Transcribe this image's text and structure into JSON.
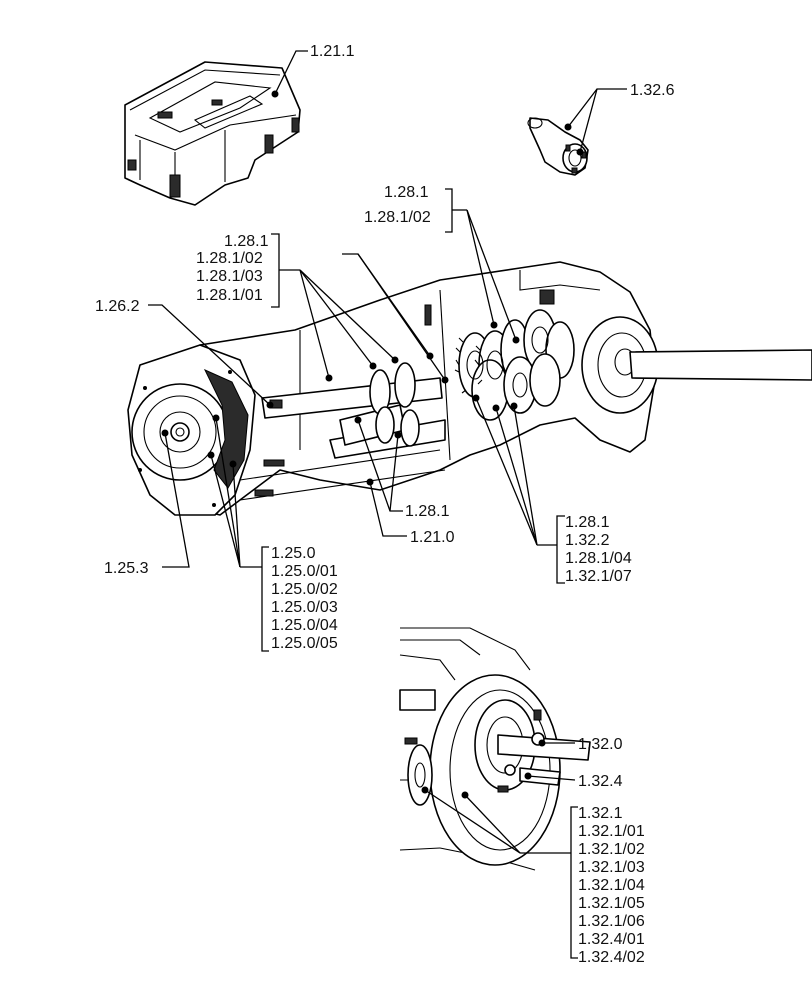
{
  "callouts": {
    "top_cover": "1.21.1",
    "fork": "1.32.6",
    "gear_pair": [
      "1.28.1",
      "1.28.1/02"
    ],
    "shaft_group": [
      "1.28.1",
      "1.28.1/02",
      "1.28.1/03",
      "1.28.1/01"
    ],
    "pilot": "1.26.2",
    "lower_gear": "1.28.1",
    "housing": "1.21.0",
    "clutch_disc": "1.25.3",
    "clutch_group": [
      "1.25.0",
      "1.25.0/01",
      "1.25.0/02",
      "1.25.0/03",
      "1.25.0/04",
      "1.25.0/05"
    ],
    "rear_gears": [
      "1.28.1",
      "1.32.2",
      "1.28.1/04",
      "1.32.1/07"
    ],
    "pto_shaft": "1.32.0",
    "pto_collar": "1.32.4",
    "pto_group": [
      "1.32.1",
      "1.32.1/01",
      "1.32.1/02",
      "1.32.1/03",
      "1.32.1/04",
      "1.32.1/05",
      "1.32.1/06",
      "1.32.4/01",
      "1.32.4/02"
    ]
  }
}
